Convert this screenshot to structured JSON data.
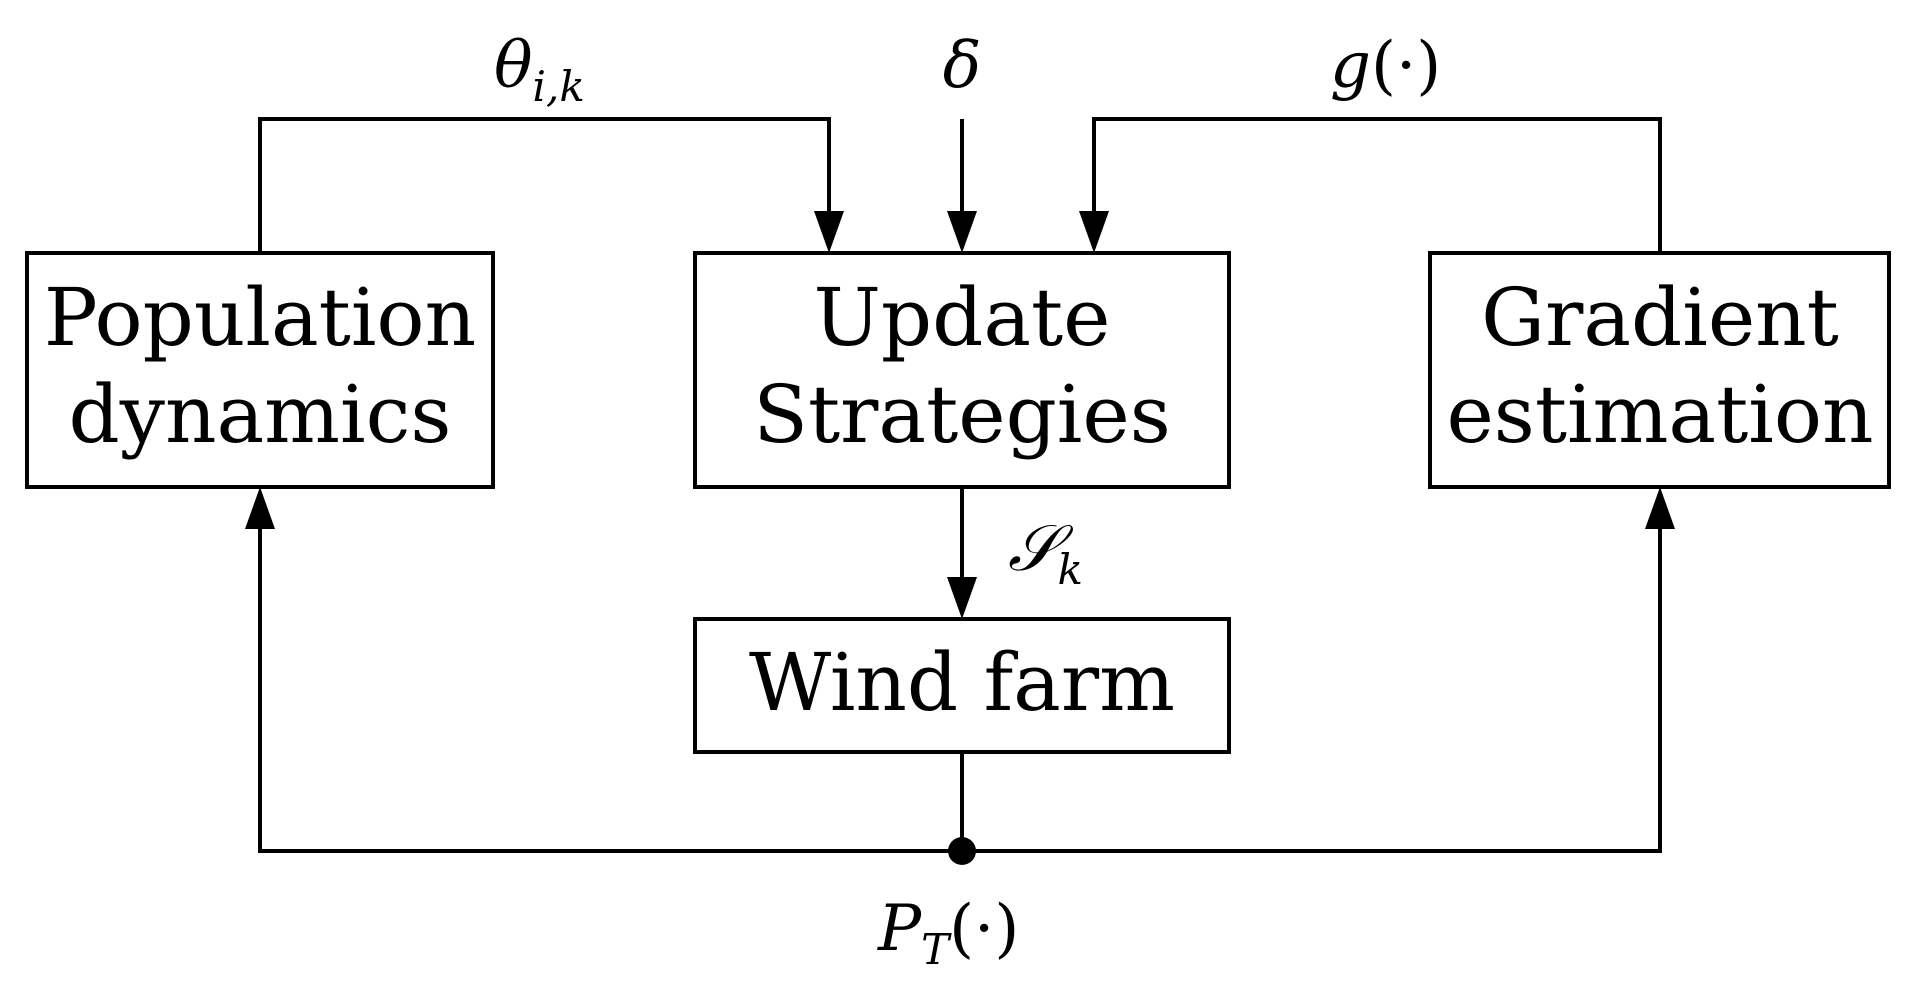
{
  "blocks": {
    "population": {
      "line1": "Population",
      "line2": "dynamics"
    },
    "update": {
      "line1": "Update",
      "line2": "Strategies"
    },
    "gradient": {
      "line1": "Gradient",
      "line2": "estimation"
    },
    "windfarm": {
      "line1": "Wind farm"
    }
  },
  "signals": {
    "theta": {
      "base": "θ",
      "sub": "i,k"
    },
    "delta": {
      "base": "δ"
    },
    "g": {
      "base": "g",
      "args": "(·)"
    },
    "s": {
      "base": "𝒮",
      "sub": "k"
    },
    "p": {
      "base": "P",
      "sub": "T",
      "args": "(·)"
    }
  }
}
